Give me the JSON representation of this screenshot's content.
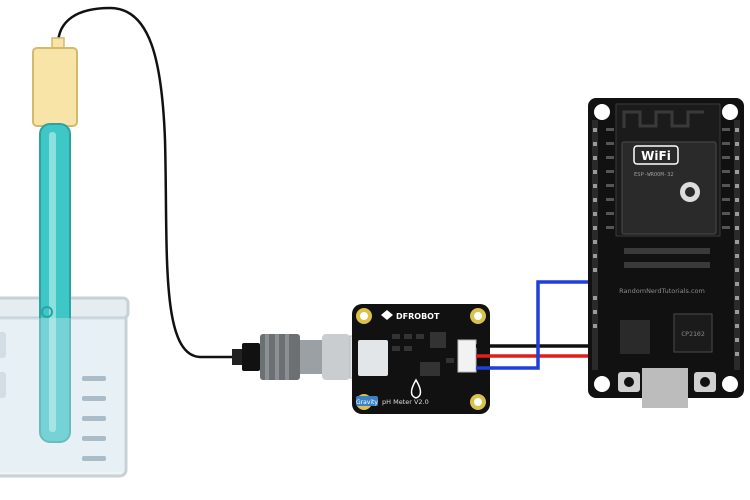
{
  "sensor_board": {
    "brand": "DFROBOT",
    "model": "pH Meter V2.0",
    "badge": "Gravity"
  },
  "esp32_board": {
    "wifi_logo": "WiFi",
    "chip_text": "ESP-WROOM-32",
    "watermark": "RandomNerdTutorials.com",
    "usb_chip": "CP2102"
  },
  "colors": {
    "probe_tube": "#3fc6c6",
    "probe_cap": "#f7e4a6",
    "wire_red": "#e11d1d",
    "wire_blue": "#1f3fd6",
    "wire_black": "#111111",
    "board": "#111111"
  },
  "icons": [
    "beaker-icon",
    "ph-probe-icon",
    "bnc-connector-icon",
    "drop-icon",
    "dfrobot-logo-icon",
    "esp32-chip-icon"
  ]
}
